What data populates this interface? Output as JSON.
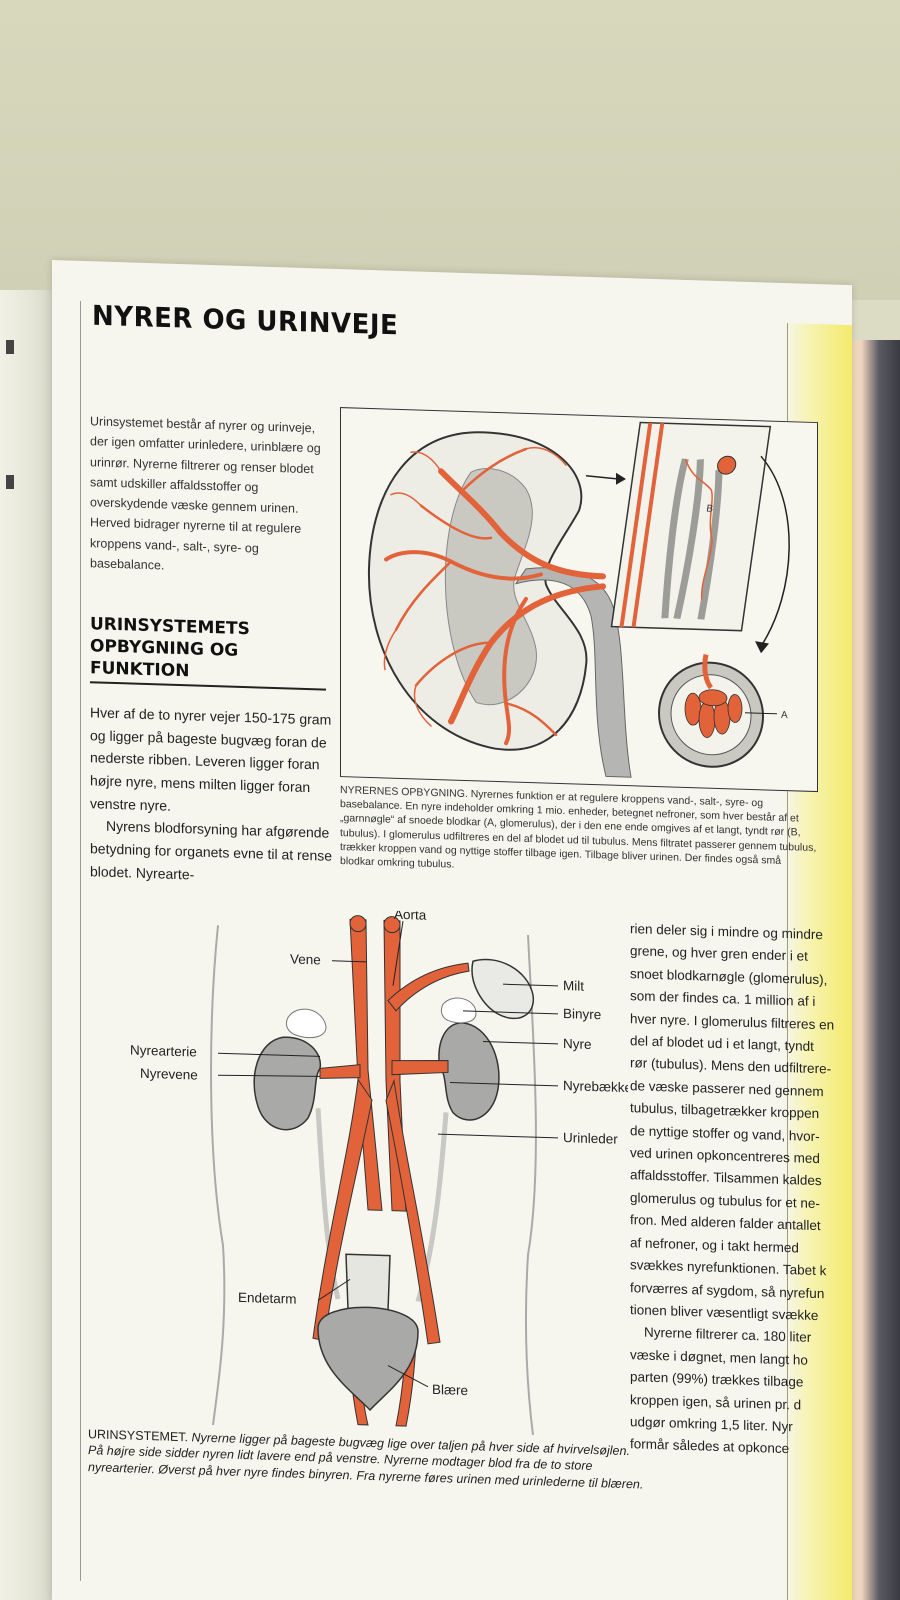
{
  "page": {
    "title": "NYRER OG URINVEJE",
    "intro": "Urinsystemet består af nyrer og urinveje, der igen omfatter urinledere, urinblære og urinrør. Nyrerne filtrerer og renser blodet samt udskiller affaldsstoffer og overskydende væske gennem urinen. Herved bidrager nyrerne til at regulere kroppens vand-, salt-, syre- og basebalance.",
    "section_heading": "URINSYSTEMETS OPBYGNING OG FUNKTION",
    "body_left_p1": "Hver af de to nyrer vejer 150-175 gram og ligger på bageste bugvæg foran de nederste ribben. Leveren ligger foran højre nyre, mens milten ligger foran venstre nyre.",
    "body_left_p2": "Nyrens blodforsyning har afgørende betydning for organets evne til at rense blodet. Nyrearte-",
    "body_right_lines": [
      "rien deler sig i mindre og mindre",
      "grene, og hver gren ender i et",
      "snoet blodkarnøgle (glomerulus),",
      "som der findes ca. 1 million af i",
      "hver nyre. I glomerulus filtreres en",
      "del af blodet ud i et langt, tyndt",
      "rør (tubulus). Mens den udfiltrere-",
      "de væske passerer ned gennem",
      "tubulus, tilbagetrækker kroppen",
      "de nyttige stoffer og vand, hvor-",
      "ved urinen opkoncentreres med",
      "affaldsstoffer. Tilsammen kaldes",
      "glomerulus og tubulus for et ne-",
      "fron. Med alderen falder antallet",
      "af nefroner, og i takt hermed",
      "svækkes nyrefunktionen. Tabet k",
      "forværres af sygdom, så nyrefun",
      "tionen bliver væsentligt svække",
      "Nyrerne filtrerer ca. 180 liter",
      "væske i døgnet, men langt ho",
      "parten (99%) trækkes tilbage",
      "kroppen igen, så urinen pr. d",
      "udgør omkring 1,5 liter. Nyr",
      "formår således at opkonce"
    ],
    "fig1": {
      "label_b": "B",
      "label_a": "A",
      "caption_lead": "Nyrernes opbygning.",
      "caption_rest": " Nyrernes funktion er at regulere kroppens vand-, salt-, syre- og basebalance. En nyre indeholder omkring 1 mio. enheder, betegnet nefroner, som hver består af et „garnnøgle“ af snoede blodkar (A, glomerulus), der i den ene ende omgives af et langt, tyndt rør (B, tubulus). I glomerulus udfiltreres en del af blodet ud til tubulus. Mens filtratet passerer gennem tubulus, trækker kroppen vand og nyttige stoffer tilbage igen. Tilbage bliver urinen. Der findes også små blodkar omkring tubulus."
    },
    "fig2": {
      "labels": {
        "aorta": "Aorta",
        "vene": "Vene",
        "milt": "Milt",
        "binyre": "Binyre",
        "nyre": "Nyre",
        "nyrearterie": "Nyrearterie",
        "nyrevene": "Nyrevene",
        "nyrebaekken": "Nyrebækken",
        "urinleder": "Urinleder",
        "endetarm": "Endetarm",
        "blaere": "Blære"
      },
      "caption_lead": "Urinsystemet.",
      "caption_rest": " Nyrerne ligger på bageste bugvæg lige over taljen på hver side af hvirvelsøjlen. På højre side sidder nyren lidt lavere end på venstre. Nyrerne modtager blod fra de to store nyrearterier. Øverst på hver nyre findes binyren. Fra nyrerne føres urinen med urinlederne til blæren."
    }
  },
  "colors": {
    "vessel": "#e2623a",
    "organ_grey": "#a9aaa8",
    "page": "#f6f6ee",
    "accent_yellow": "#f4ea6c"
  }
}
